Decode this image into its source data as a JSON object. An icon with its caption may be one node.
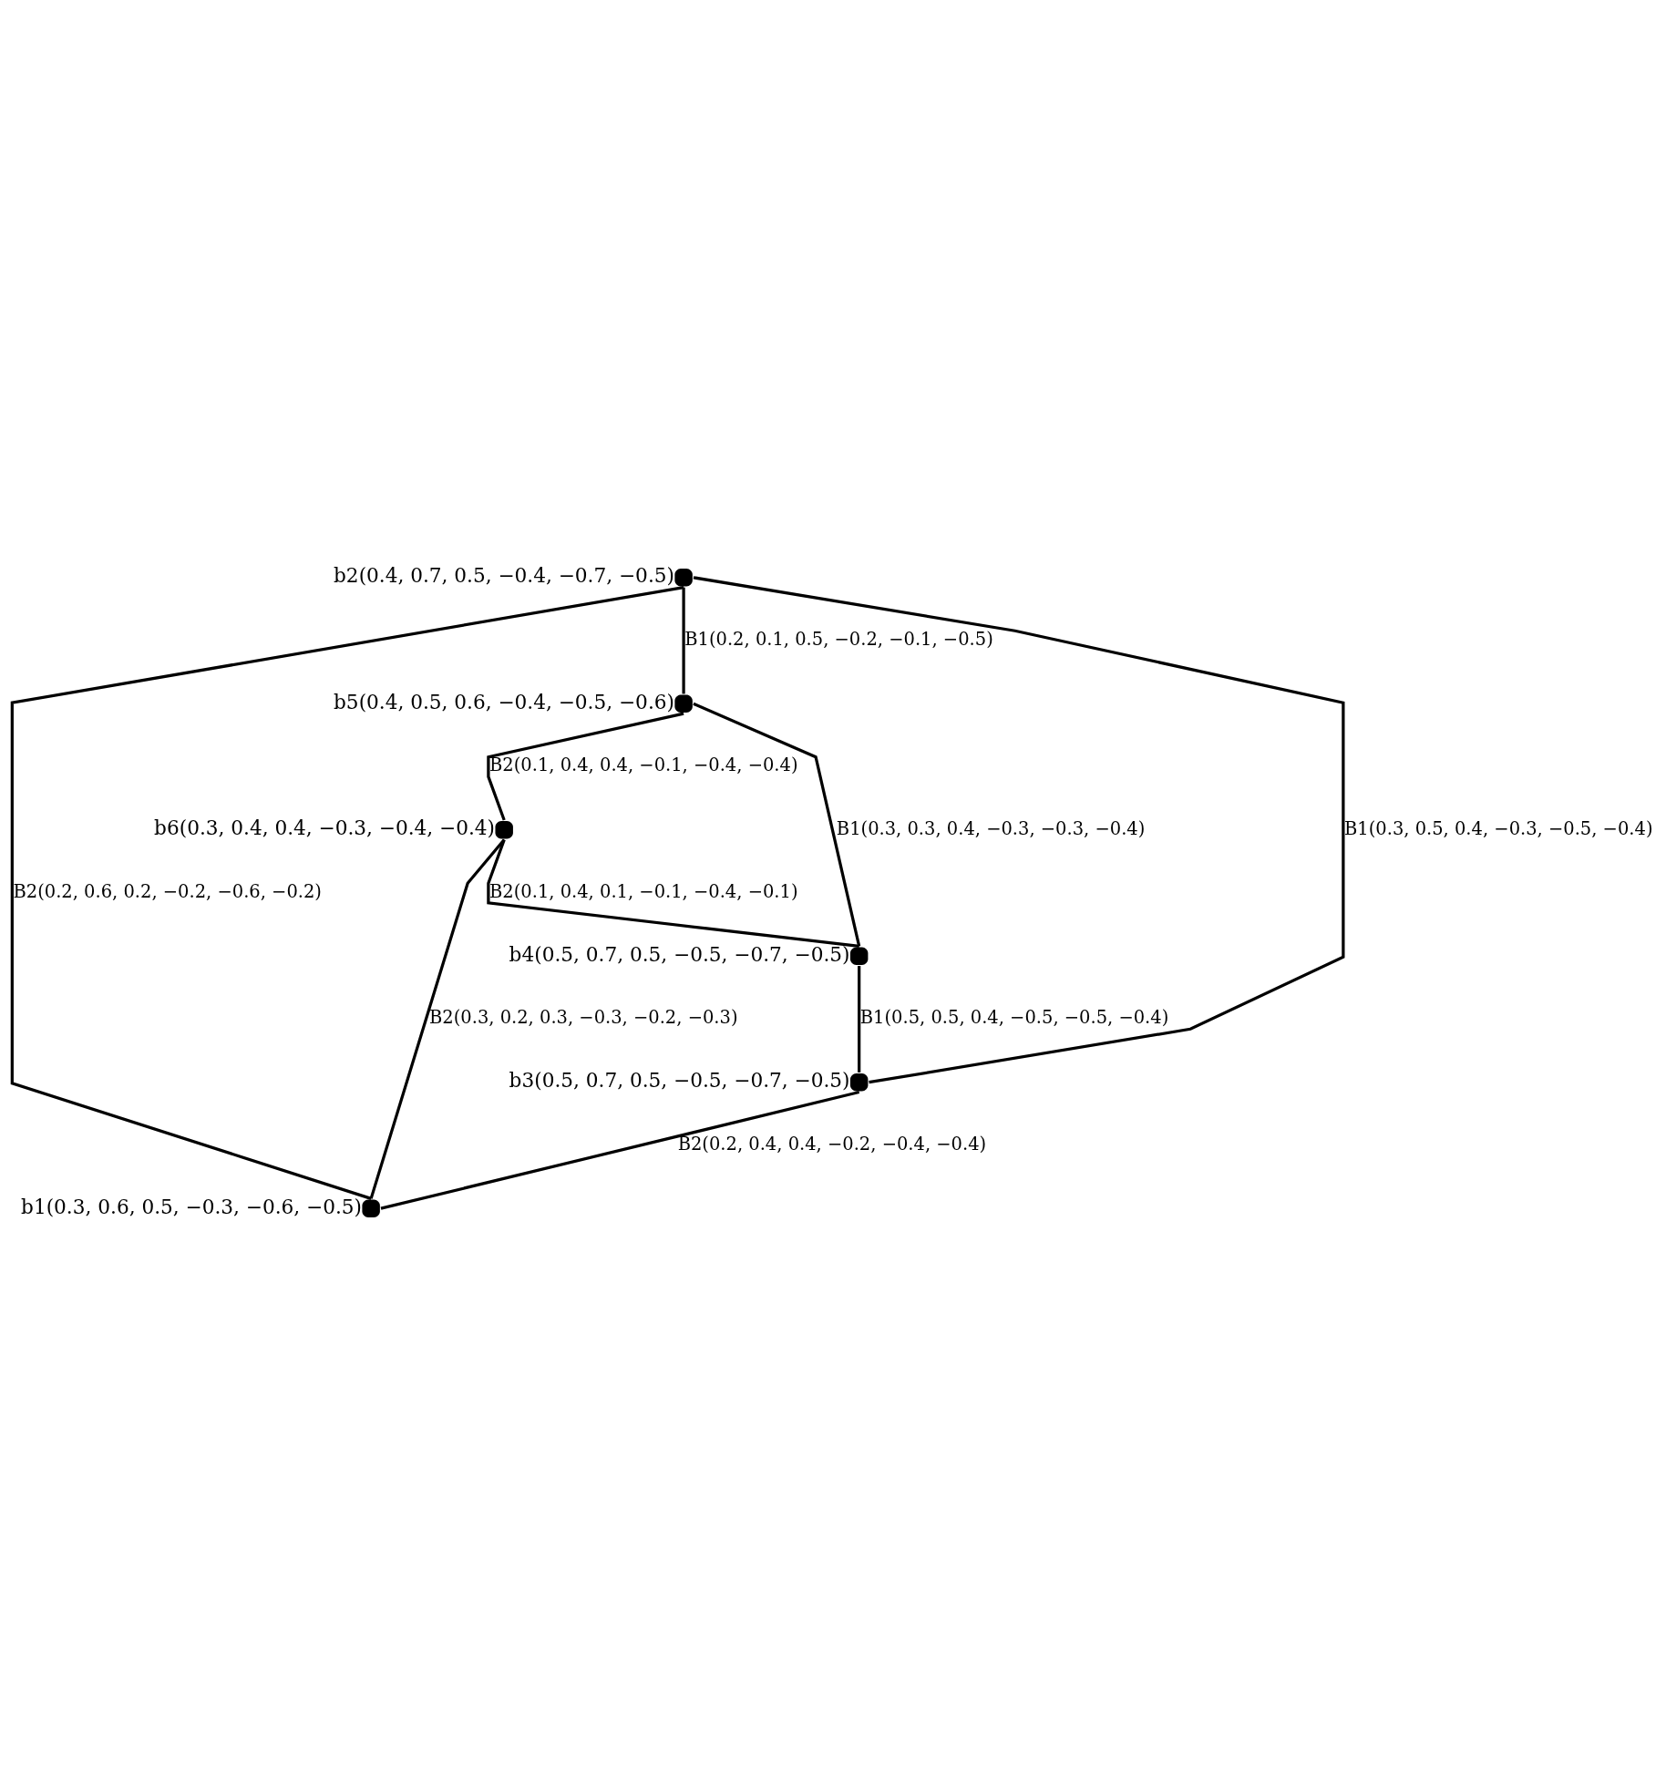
{
  "diagram": {
    "nodes": [
      {
        "text": [],
        "shape": "circle",
        "beside": [
          "b2(0.4, 0.7, 0.5, −0.4, −0.7, −0.5)"
        ]
      },
      {
        "text": [],
        "shape": "circle",
        "beside": [
          "b5(0.4, 0.5, 0.6, −0.4, −0.5, −0.6)"
        ]
      },
      {
        "text": [],
        "shape": "circle",
        "beside": [
          "b1(0.3, 0.6, 0.5, −0.3, −0.6, −0.5)"
        ]
      },
      {
        "text": [],
        "shape": "circle",
        "beside": [
          "b6(0.3, 0.4, 0.4, −0.3, −0.4, −0.4)"
        ]
      },
      {
        "text": [],
        "shape": "circle",
        "beside": [
          "b3(0.5, 0.7, 0.5, −0.5, −0.7, −0.5)"
        ]
      },
      {
        "text": [],
        "shape": "circle",
        "beside": [
          "b4(0.5, 0.7, 0.5, −0.5, −0.7, −0.5)"
        ]
      }
    ],
    "edges": [
      {
        "from": 0,
        "to": 1,
        "arrow": "none",
        "label": "B1(0.2, 0.1, 0.5, −0.2, −0.1, −0.5)"
      },
      {
        "from": 0,
        "to": 2,
        "arrow": "none",
        "label": "B2(0.2, 0.6, 0.2, −0.2, −0.6, −0.2)"
      },
      {
        "from": 0,
        "to": 4,
        "arrow": "none",
        "label": "B1(0.3, 0.5, 0.4, −0.3, −0.5, −0.4)"
      },
      {
        "from": 1,
        "to": 3,
        "arrow": "none",
        "label": "B2(0.1, 0.4, 0.4, −0.1, −0.4, −0.4)"
      },
      {
        "from": 1,
        "to": 5,
        "arrow": "none",
        "label": "B1(0.3, 0.3, 0.4, −0.3, −0.3, −0.4)"
      },
      {
        "from": 3,
        "to": 2,
        "arrow": "none",
        "label": "B2(0.3, 0.2, 0.3, −0.3, −0.2, −0.3)"
      },
      {
        "from": 3,
        "to": 5,
        "arrow": "none",
        "label": "B2(0.1, 0.4, 0.1, −0.1, −0.4, −0.1)"
      },
      {
        "from": 4,
        "to": 2,
        "arrow": "none",
        "label": "B2(0.2, 0.4, 0.4, −0.2, −0.4, −0.4)"
      },
      {
        "from": 5,
        "to": 4,
        "arrow": "none",
        "label": "B1(0.5, 0.5, 0.4, −0.5, −0.5, −0.4)"
      }
    ]
  }
}
